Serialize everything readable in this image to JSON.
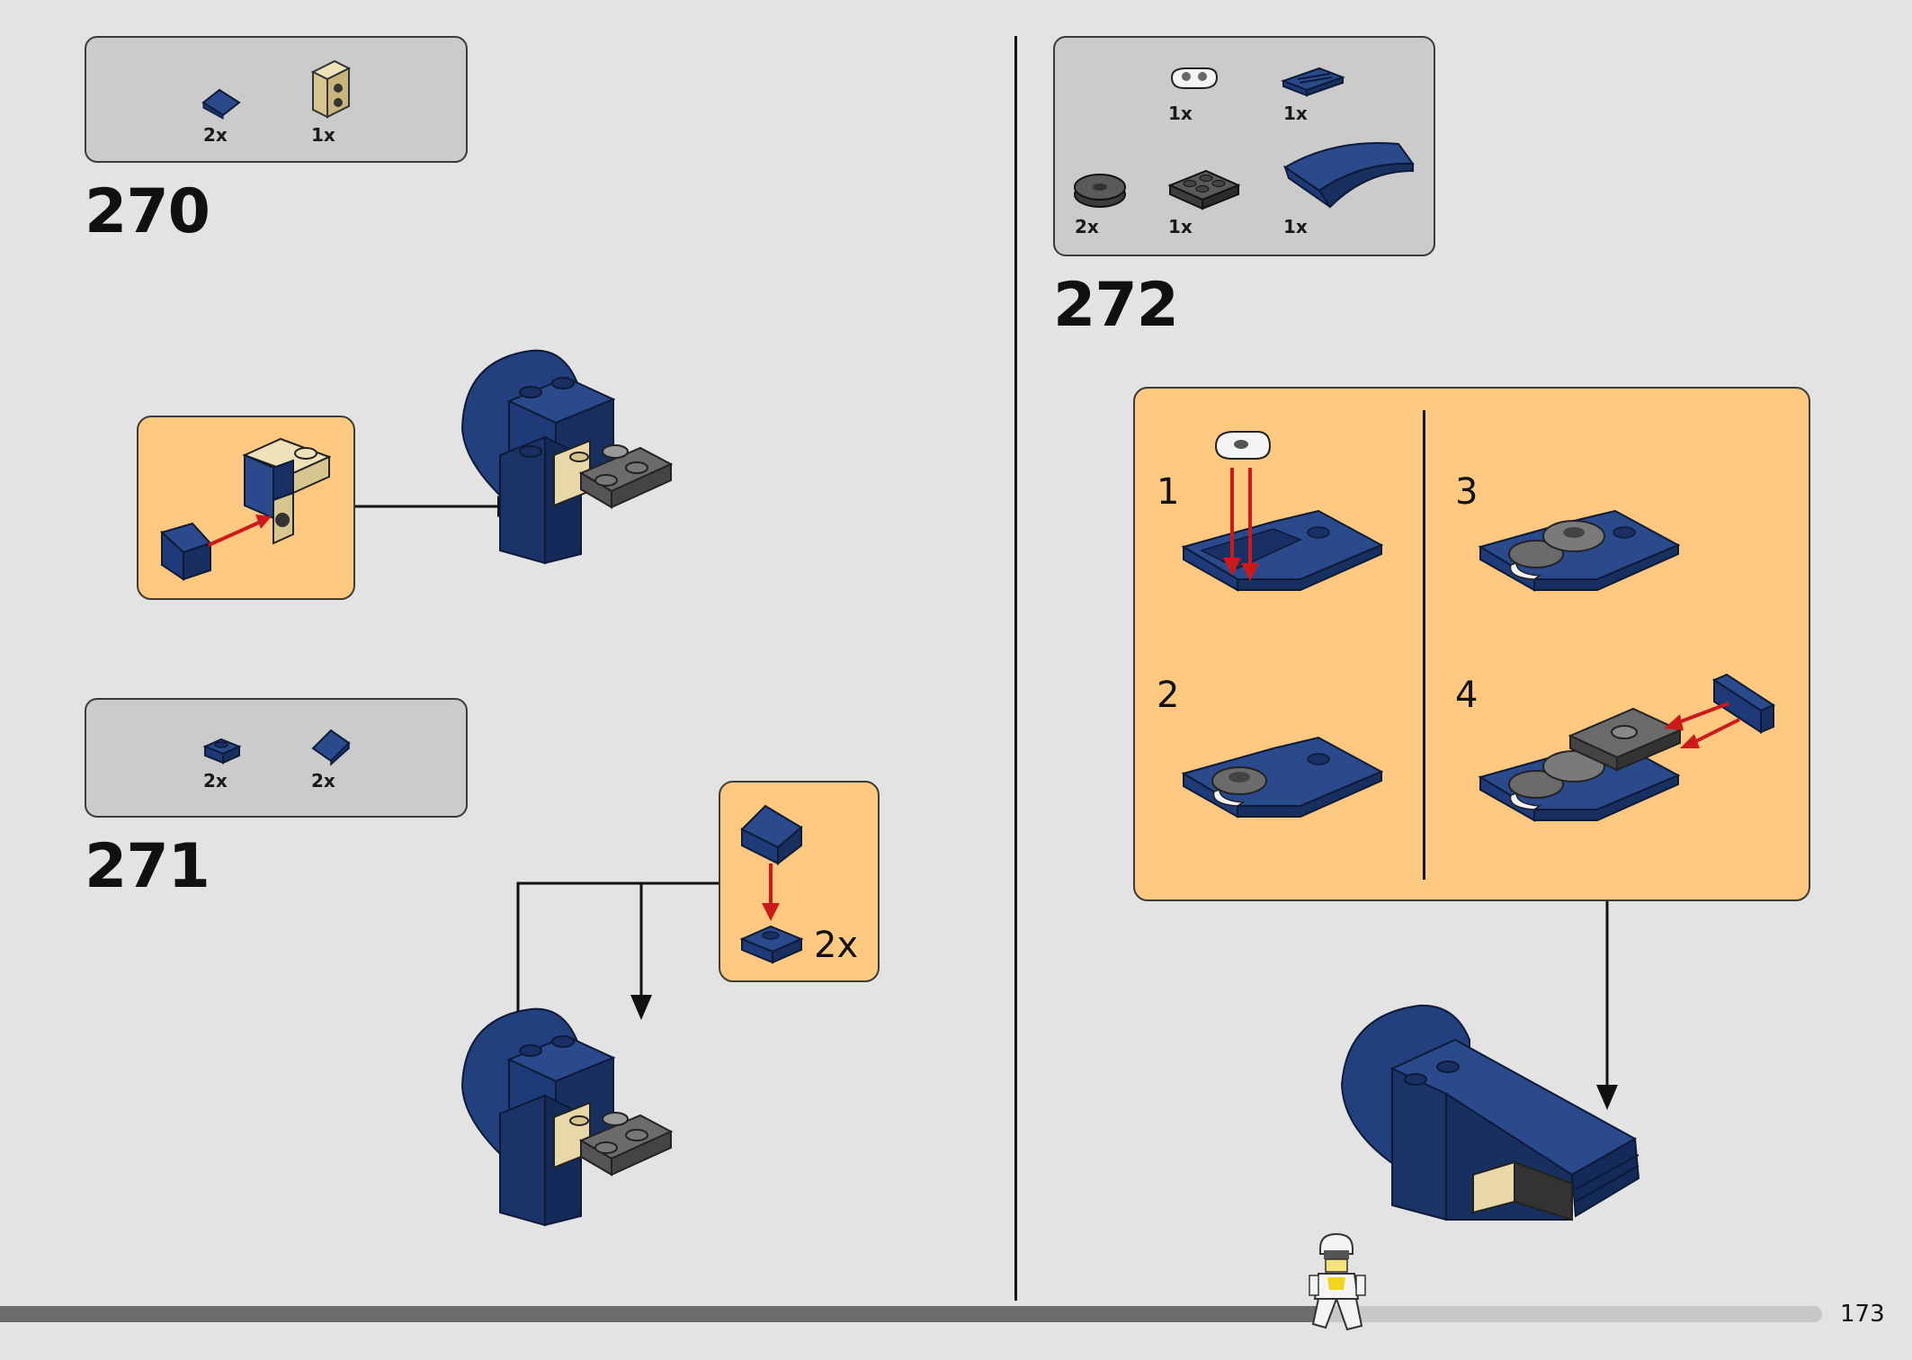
{
  "page": {
    "number": "173",
    "progress_fraction": 0.725
  },
  "colors": {
    "background": "#e3e3e3",
    "parts_box": "#cbcbcb",
    "callout": "#fdc880",
    "brick_blue": "#1f3a78",
    "brick_tan": "#e8d8a8",
    "brick_dark_gray": "#555555",
    "arrow_red": "#cc1a1a"
  },
  "steps": [
    {
      "number": "270",
      "parts": [
        {
          "icon": "blue-slope-brick-icon",
          "qty": "2x"
        },
        {
          "icon": "tan-bracket-brick-icon",
          "qty": "1x"
        }
      ]
    },
    {
      "number": "271",
      "parts": [
        {
          "icon": "blue-round-plate-icon",
          "qty": "2x"
        },
        {
          "icon": "blue-slope-brick-icon",
          "qty": "2x"
        }
      ],
      "callout_qty": "2x"
    },
    {
      "number": "272",
      "parts": [
        {
          "icon": "white-plate-icon",
          "qty": "1x"
        },
        {
          "icon": "blue-grille-tile-icon",
          "qty": "1x"
        },
        {
          "icon": "gray-round-plate-icon",
          "qty": "2x"
        },
        {
          "icon": "gray-plate-icon",
          "qty": "1x"
        },
        {
          "icon": "blue-curved-wedge-icon",
          "qty": "1x"
        }
      ],
      "substeps": [
        "1",
        "2",
        "3",
        "4"
      ]
    }
  ]
}
